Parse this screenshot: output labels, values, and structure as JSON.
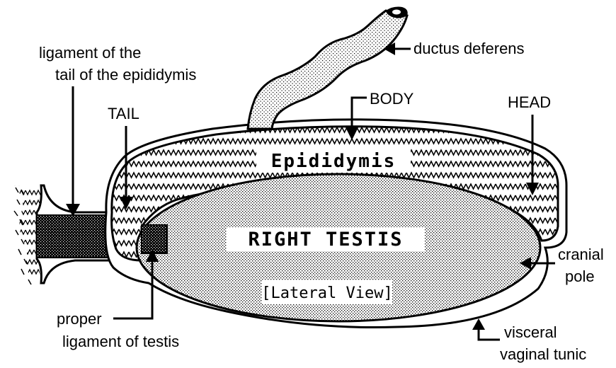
{
  "labels": {
    "ligament_tail_line1": "ligament of the",
    "ligament_tail_line2": "tail of the epididymis",
    "tail": "TAIL",
    "body": "BODY",
    "head": "HEAD",
    "ductus": "ductus deferens",
    "epididymis": "Epididymis",
    "right_testis": "RIGHT TESTIS",
    "lateral_view": "[Lateral View]",
    "cranial_line1": "cranial",
    "cranial_line2": "pole",
    "proper_line1": "proper",
    "proper_line2": "ligament of testis",
    "visceral_line1": "visceral",
    "visceral_line2": "vaginal tunic"
  },
  "colors": {
    "ink": "#000000",
    "paper": "#ffffff",
    "testis_fill": "#c8c8c8",
    "ductus_fill": "#d9d9d9"
  }
}
